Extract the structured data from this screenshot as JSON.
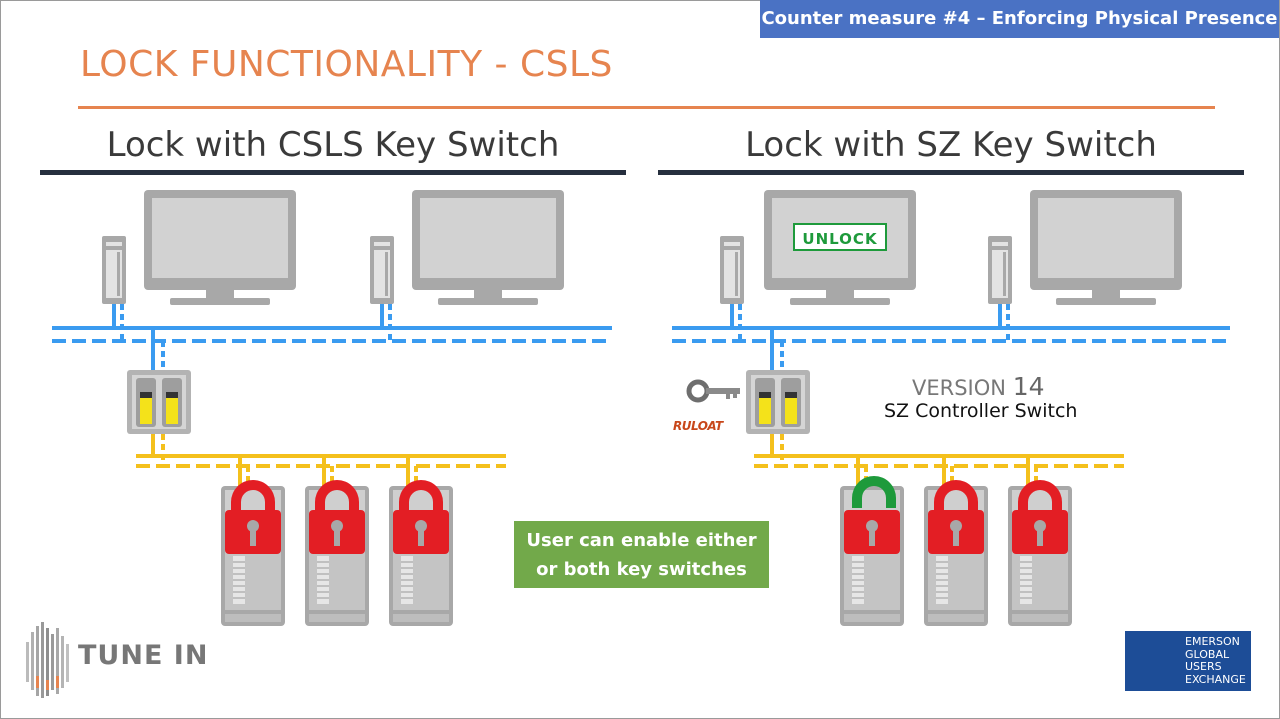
{
  "banner": {
    "text": "Counter measure #4  – Enforcing Physical Presence"
  },
  "title": "LOCK FUNCTIONALITY - CSLS",
  "left_section": {
    "title": "Lock with CSLS Key Switch"
  },
  "right_section": {
    "title": "Lock with SZ Key Switch",
    "unlock_label": "UNLOCK",
    "version_label": "VERSION",
    "version_number": "14",
    "controller_label": "SZ Controller Switch",
    "key_brand": "RULOAT"
  },
  "note": {
    "line1": "User can enable either",
    "line2": "or both key switches"
  },
  "footer": {
    "tune_in": "TUNE IN",
    "egux_lines": [
      "EMERSON",
      "GLOBAL",
      "USERS",
      "EXCHANGE"
    ]
  },
  "colors": {
    "accent_orange": "#e6844f",
    "banner_blue": "#4a72c4",
    "network_blue": "#3a9bf0",
    "bus_yellow": "#f4c01c",
    "lock_red": "#e31e24",
    "unlock_green": "#1e9a3b",
    "note_green": "#72a94a",
    "equipment_gray": "#a8a8a8"
  },
  "icons": [
    "monitor-icon",
    "tower-pc-icon",
    "key-switch-icon",
    "padlock-icon",
    "key-icon",
    "equalizer-logo-icon"
  ]
}
